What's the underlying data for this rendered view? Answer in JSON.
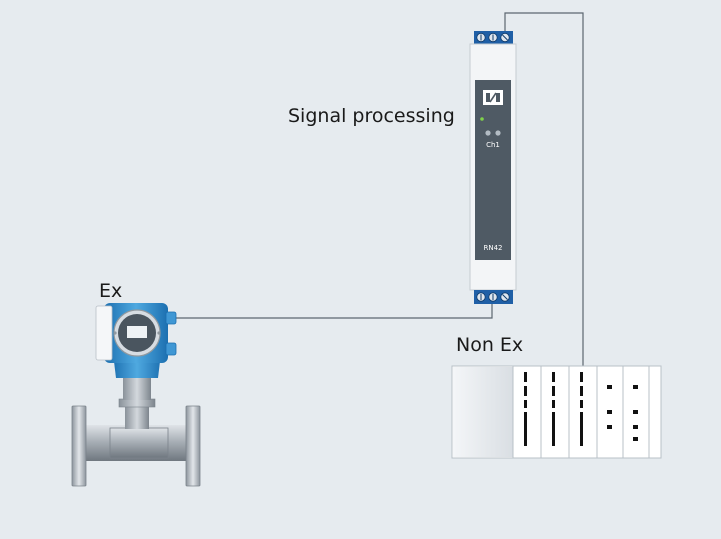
{
  "labels": {
    "signal_processing": "Signal processing",
    "ex": "Ex",
    "non_ex": "Non Ex"
  },
  "device": {
    "channel": "Ch1",
    "model": "RN42"
  },
  "colors": {
    "background": "#e6ebef",
    "module_face": "#4f5a64",
    "terminal_blue": "#1f5fa6",
    "transmitter_blue": "#2b86c6",
    "wire": "#5c6670",
    "status_led": "#7fd24a"
  }
}
